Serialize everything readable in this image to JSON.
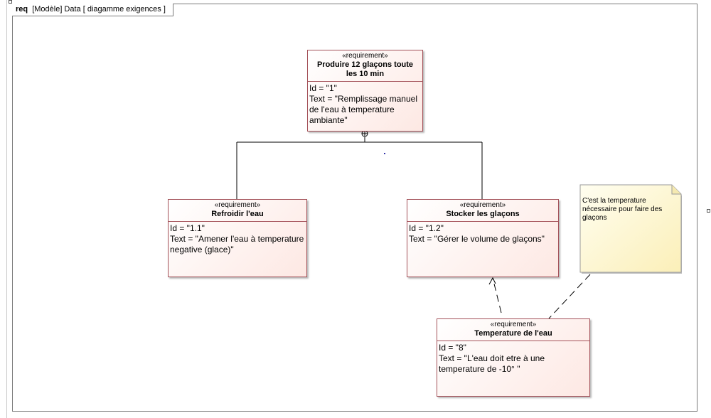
{
  "frame": {
    "kind": "req",
    "label": "[Modèle] Data [ diagamme exigences ]"
  },
  "requirements": {
    "r1": {
      "stereotype": "«requirement»",
      "name": "Produire 12 glaçons toute les 10 min",
      "id_line": "Id = \"1\"",
      "text_line": "Text = \"Remplissage manuel de l'eau à temperature ambiante\""
    },
    "r11": {
      "stereotype": "«requirement»",
      "name": "Refroidir l'eau",
      "id_line": "Id = \"1.1\"",
      "text_line": "Text = \"Amener l'eau à temperature negative (glace)\""
    },
    "r12": {
      "stereotype": "«requirement»",
      "name": "Stocker les glaçons",
      "id_line": "Id = \"1.2\"",
      "text_line": "Text = \"Gérer le volume de glaçons\""
    },
    "r8": {
      "stereotype": "«requirement»",
      "name": "Temperature de l'eau",
      "id_line": "Id = \"8\"",
      "text_line": "Text = \"L'eau doit etre à une temperature de -10° \""
    }
  },
  "note": {
    "text": "C'est la temperature nécessaire pour faire des glaçons"
  },
  "colors": {
    "requirement_border": "#a4525a",
    "requirement_fill": "#fde8e3",
    "note_fill": "#fdf5c8",
    "note_border": "#9a9a9a"
  }
}
